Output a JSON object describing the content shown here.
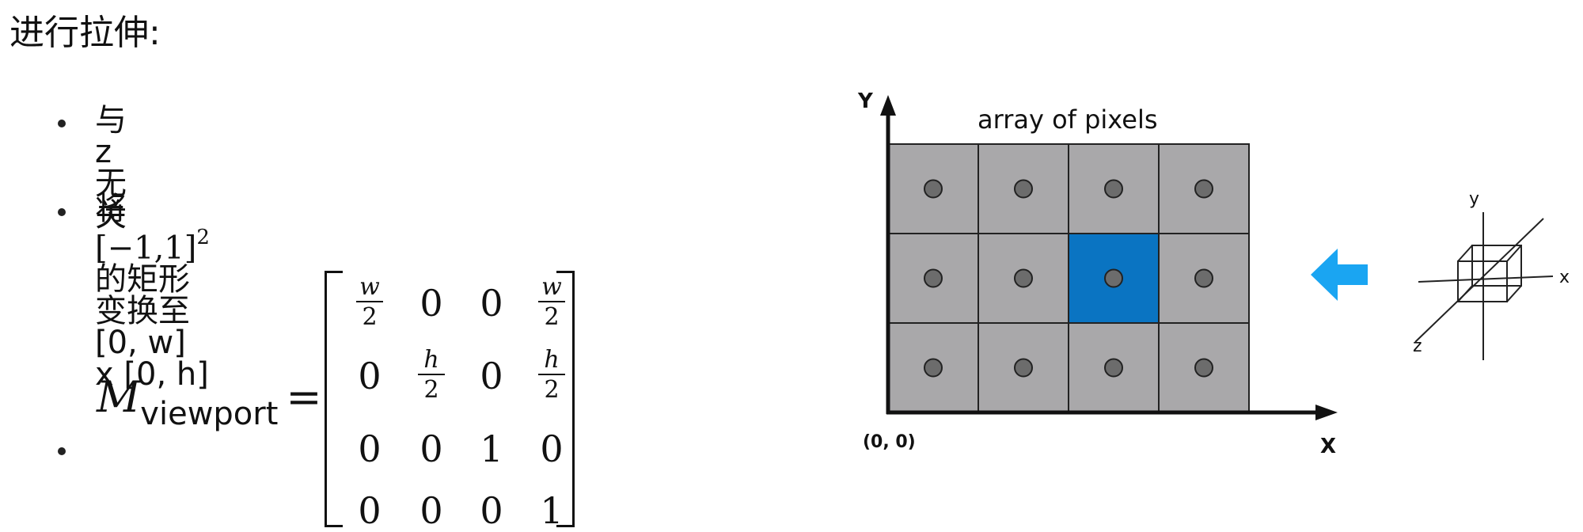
{
  "heading": "进行拉伸:",
  "bullets": {
    "b1": "与z无关",
    "b2_prefix": "将",
    "b2_interval": "[−1,1]",
    "b2_exp": "2",
    "b2_suffix": "的矩形变换至[0, w] x [0, h]"
  },
  "matrix": {
    "symbol": "M",
    "subscript": "viewport",
    "equals": "=",
    "rows": [
      [
        {
          "num": "w",
          "den": "2"
        },
        "0",
        "0",
        {
          "num": "w",
          "den": "2"
        }
      ],
      [
        "0",
        {
          "num": "h",
          "den": "2"
        },
        "0",
        {
          "num": "h",
          "den": "2"
        }
      ],
      [
        "0",
        "0",
        "1",
        "0"
      ],
      [
        "0",
        "0",
        "0",
        "1"
      ]
    ]
  },
  "diagram": {
    "title": "array of pixels",
    "y_label": "Y",
    "x_label": "X",
    "origin_label": "(0, 0)",
    "grid_cols": 4,
    "grid_rows": 3,
    "highlight_cell": {
      "col": 2,
      "row": 1
    },
    "cell_color": "#a9a8aa",
    "highlight_color": "#0a74c2",
    "dot_color": "#6c6c6c",
    "arrow_color": "#1aa5f2",
    "axes_icon": {
      "x": "x",
      "y": "y",
      "z": "z"
    }
  }
}
